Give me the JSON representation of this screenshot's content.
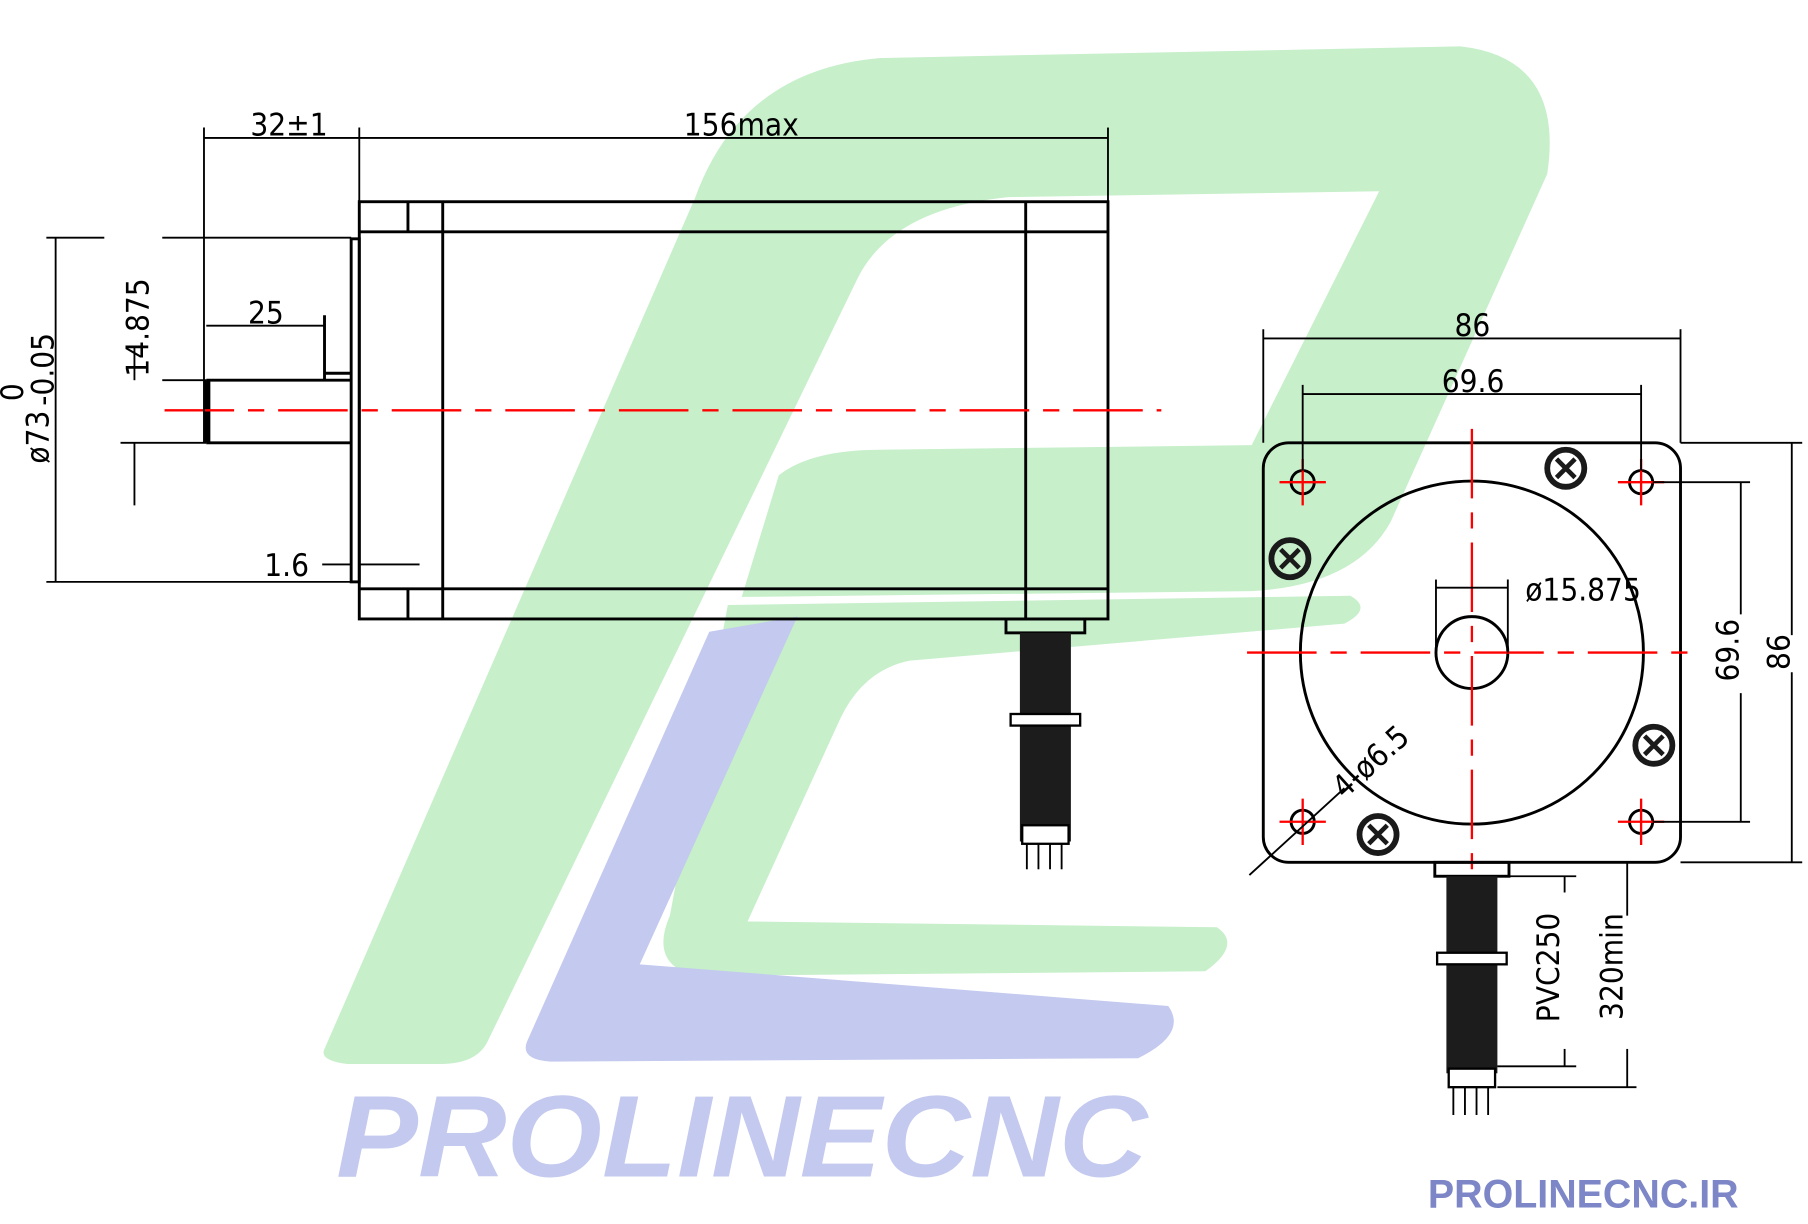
{
  "drawing": {
    "side_view": {
      "shaft_extension": "32±1",
      "body_length": "156max",
      "flat_length": "25",
      "flat_depth": "14.875",
      "pilot_diameter": "ø73",
      "pilot_tol_upper": "0",
      "pilot_tol_lower": "-0.05",
      "pilot_height": "1.6"
    },
    "front_view": {
      "flange_width": "86",
      "hole_spacing": "69.6",
      "shaft_diameter": "ø15.875",
      "mounting_holes": "4-ø6.5",
      "hole_spacing_vertical": "69.6",
      "flange_height": "86",
      "cable_type": "PVC250",
      "cable_length": "320min"
    }
  },
  "branding": {
    "logo_text": "PROLINECNC",
    "website": "PROLINECNC.IR",
    "colors": {
      "green": "#c6efca",
      "blue": "#c3c9ef",
      "website": "#7d86c6",
      "centerline": "#ff0000"
    }
  }
}
